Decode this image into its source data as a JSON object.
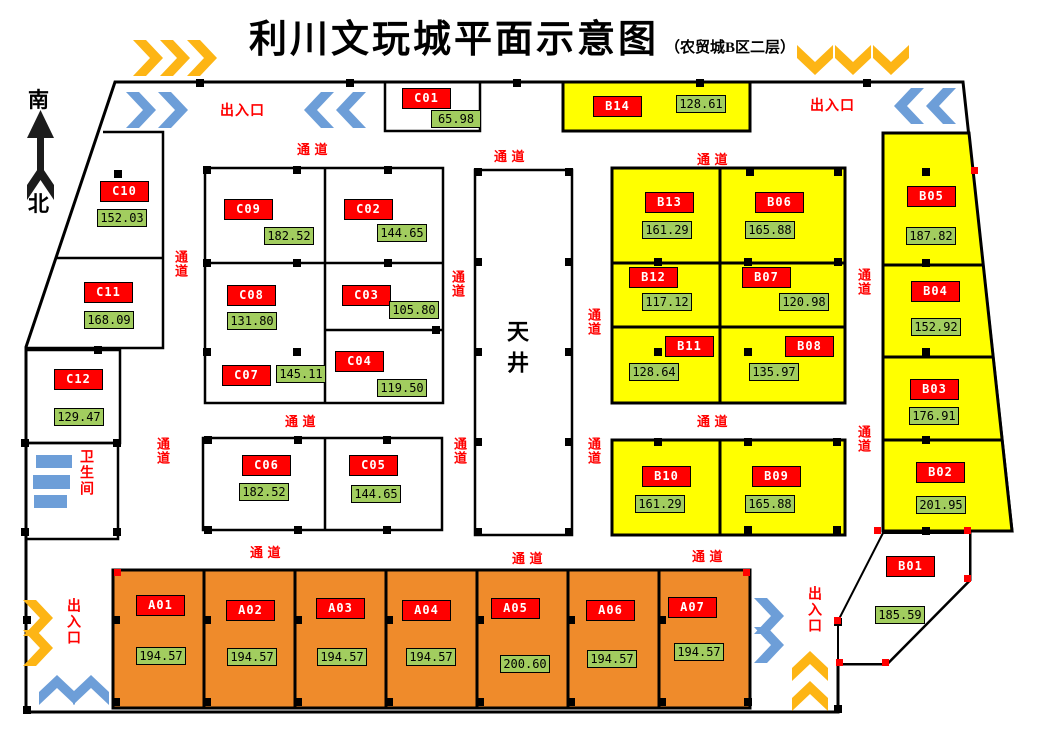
{
  "title": {
    "main": "利川文玩城平面示意图",
    "sub": "（农贸城B区二层）"
  },
  "compass": {
    "top": "南",
    "bottom": "北"
  },
  "labels": {
    "entrance": "出入口",
    "passage": "通  道",
    "passage_v": "通道",
    "atrium": "天井",
    "restroom": "卫生间"
  },
  "colors": {
    "stall_code_bg": "#FF0000",
    "stall_area_bg": "#A2CD5F",
    "zone_b_fill": "#FFFF00",
    "zone_a_fill": "#EF8B2B",
    "arrow_blue": "#6D9ED8",
    "arrow_yellow": "#FDB515",
    "wall": "#000000",
    "red_text": "#FF0000"
  },
  "stalls": {
    "A01": {
      "code": "A01",
      "area": "194.57"
    },
    "A02": {
      "code": "A02",
      "area": "194.57"
    },
    "A03": {
      "code": "A03",
      "area": "194.57"
    },
    "A04": {
      "code": "A04",
      "area": "194.57"
    },
    "A05": {
      "code": "A05",
      "area": "200.60"
    },
    "A06": {
      "code": "A06",
      "area": "194.57"
    },
    "A07": {
      "code": "A07",
      "area": "194.57"
    },
    "B01": {
      "code": "B01",
      "area": "185.59"
    },
    "B02": {
      "code": "B02",
      "area": "201.95"
    },
    "B03": {
      "code": "B03",
      "area": "176.91"
    },
    "B04": {
      "code": "B04",
      "area": "152.92"
    },
    "B05": {
      "code": "B05",
      "area": "187.82"
    },
    "B06": {
      "code": "B06",
      "area": "165.88"
    },
    "B07": {
      "code": "B07",
      "area": "120.98"
    },
    "B08": {
      "code": "B08",
      "area": "135.97"
    },
    "B09": {
      "code": "B09",
      "area": "165.88"
    },
    "B10": {
      "code": "B10",
      "area": "161.29"
    },
    "B11": {
      "code": "B11",
      "area": "128.64"
    },
    "B12": {
      "code": "B12",
      "area": "117.12"
    },
    "B13": {
      "code": "B13",
      "area": "161.29"
    },
    "B14": {
      "code": "B14",
      "area": "128.61"
    },
    "C01": {
      "code": "C01",
      "area": "65.98"
    },
    "C02": {
      "code": "C02",
      "area": "144.65"
    },
    "C03": {
      "code": "C03",
      "area": "105.80"
    },
    "C04": {
      "code": "C04",
      "area": "119.50"
    },
    "C05": {
      "code": "C05",
      "area": "144.65"
    },
    "C06": {
      "code": "C06",
      "area": "182.52"
    },
    "C07": {
      "code": "C07",
      "area": "145.11"
    },
    "C08": {
      "code": "C08",
      "area": "131.80"
    },
    "C09": {
      "code": "C09",
      "area": "182.52"
    },
    "C10": {
      "code": "C10",
      "area": "152.03"
    },
    "C11": {
      "code": "C11",
      "area": "168.09"
    },
    "C12": {
      "code": "C12",
      "area": "129.47"
    }
  }
}
